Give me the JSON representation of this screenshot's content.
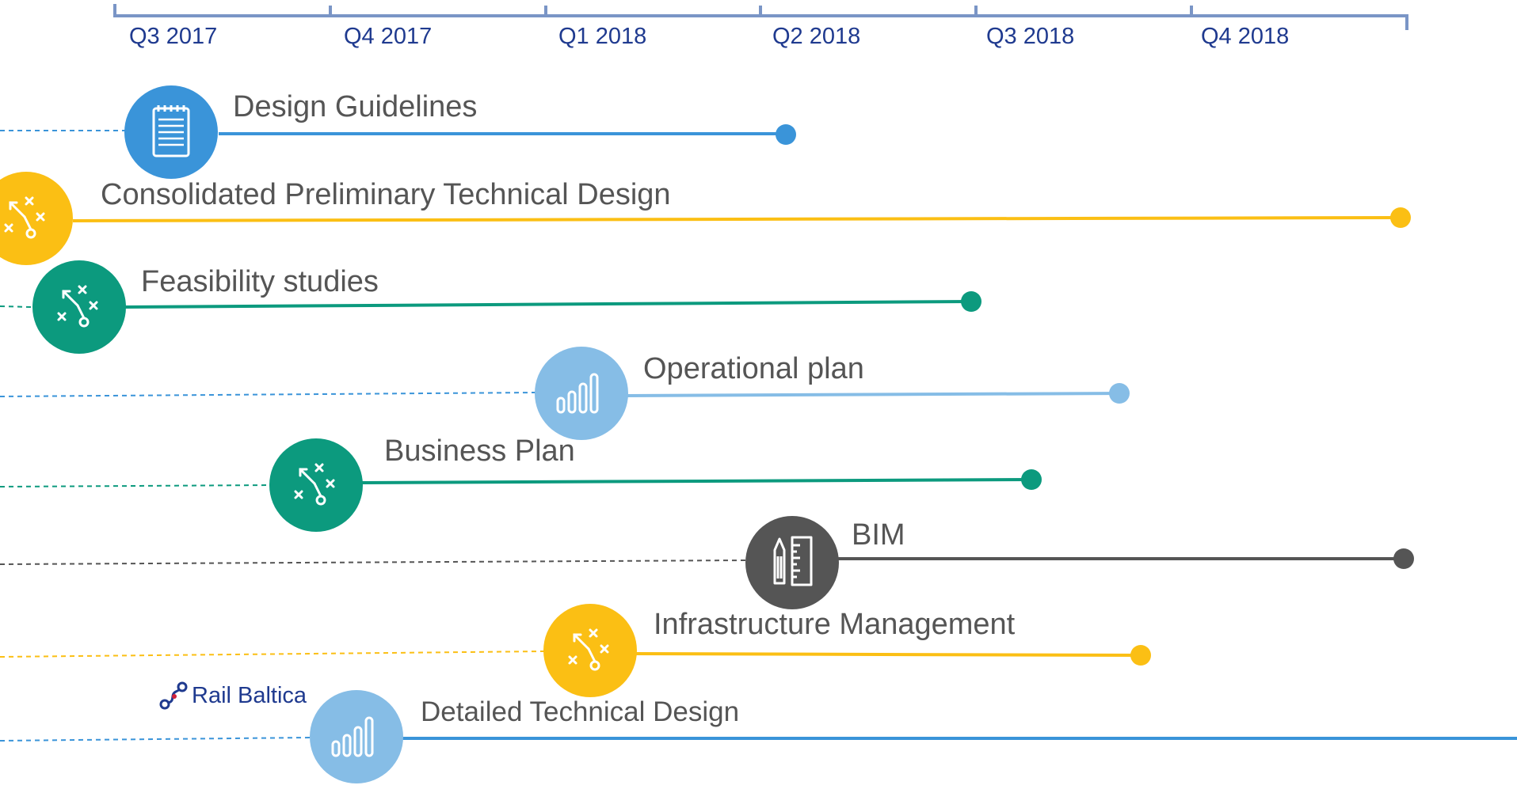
{
  "quarters": [
    "Q3 2017",
    "Q4 2017",
    "Q1 2018",
    "Q2 2018",
    "Q3 2018",
    "Q4 2018"
  ],
  "items": [
    {
      "label": "Design Guidelines",
      "icon": "notepad-icon",
      "color": "#3a94d9"
    },
    {
      "label": "Consolidated Preliminary Technical Design",
      "icon": "strategy-play-icon",
      "color": "#fbbf14"
    },
    {
      "label": "Feasibility studies",
      "icon": "strategy-play-icon",
      "color": "#0c9a7e"
    },
    {
      "label": "Operational plan",
      "icon": "bar-chart-icon",
      "color": "#86bde6"
    },
    {
      "label": "Business Plan",
      "icon": "strategy-play-icon",
      "color": "#0c9a7e"
    },
    {
      "label": "BIM",
      "icon": "pencil-ruler-icon",
      "color": "#555555"
    },
    {
      "label": "Infrastructure Management",
      "icon": "strategy-play-icon",
      "color": "#fbbf14"
    },
    {
      "label": "Detailed Technical Design",
      "icon": "bar-chart-icon",
      "color": "#86bde6"
    }
  ],
  "brand": {
    "name": "Rail Baltica",
    "color": "#1f3a8f"
  },
  "axis_color": "#7a95c6"
}
